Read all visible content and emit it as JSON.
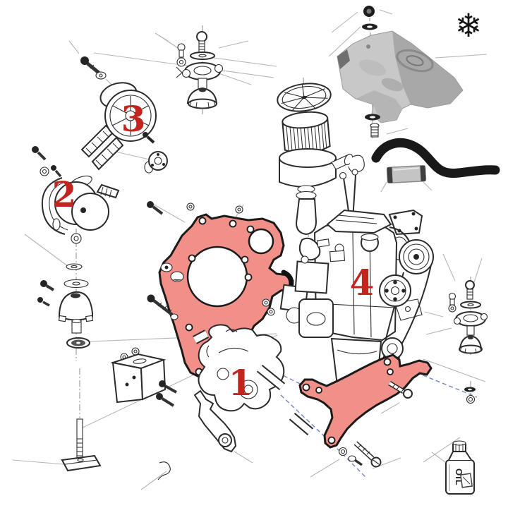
{
  "diagram": {
    "kind": "exploded-parts-diagram",
    "callouts": [
      {
        "label": "1"
      },
      {
        "label": "2"
      },
      {
        "label": "3"
      },
      {
        "label": "4"
      }
    ]
  },
  "colors": {
    "background": "#ffffff",
    "callout_red": "#c42420",
    "highlight_fill": "#f19088",
    "highlight_stroke": "#1b1b1b",
    "line_art": "#2b2b2b",
    "leader_gray": "#b5b5b5",
    "assembly_dash_blue": "#7583cb",
    "photo_gray": "#c8c8c8",
    "hose_black": "#191919"
  },
  "icons": {
    "snowflake_glyph": "❄"
  },
  "parts": {
    "oil_bottle": {
      "label": "OIL"
    }
  }
}
